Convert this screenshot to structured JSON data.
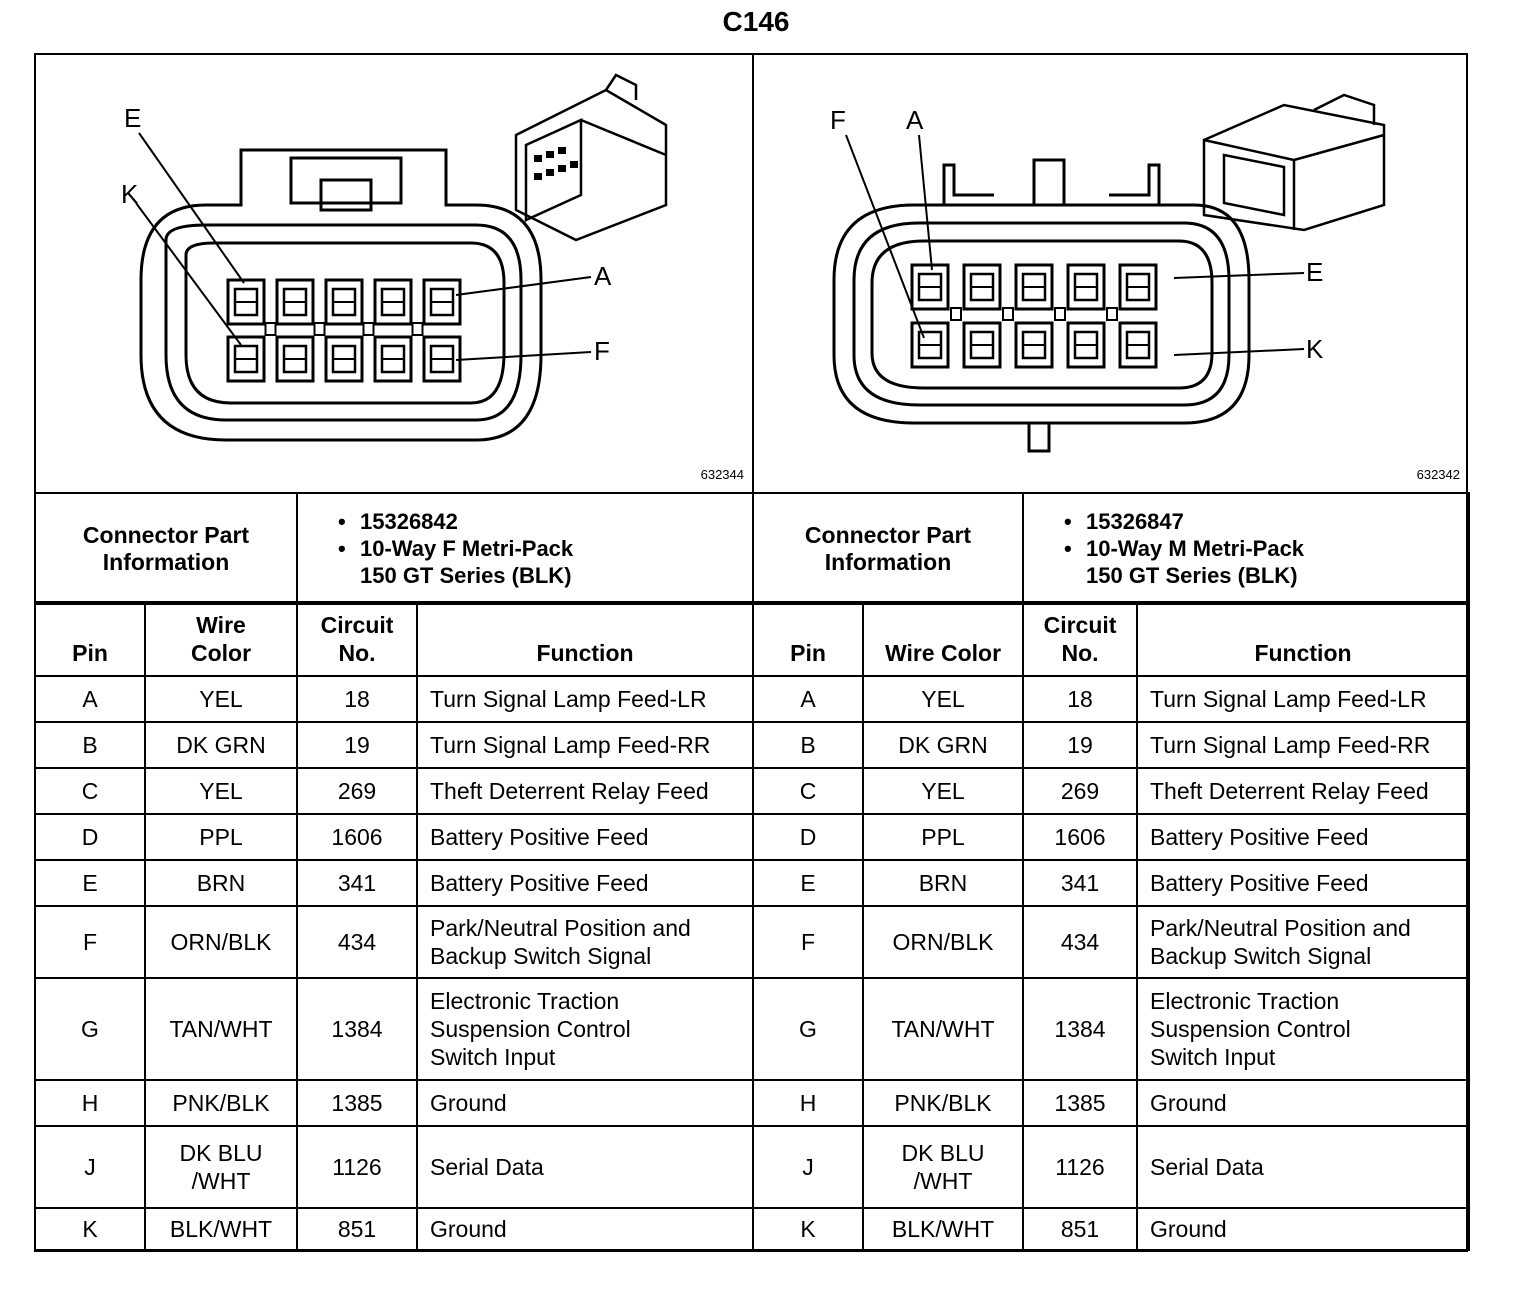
{
  "title": "C146",
  "left": {
    "figure_id": "632344",
    "pin_callouts": [
      "E",
      "K",
      "A",
      "F"
    ],
    "connector_info_label": "Connector Part Information",
    "part_number": "15326842",
    "description_line1": "10-Way F Metri-Pack",
    "description_line2": "150 GT Series (BLK)",
    "headers": {
      "pin": "Pin",
      "wire_color": "Wire Color",
      "circuit_no": "Circuit No.",
      "function": "Function"
    },
    "rows": [
      {
        "pin": "A",
        "wire": "YEL",
        "circuit": "18",
        "function": "Turn Signal Lamp Feed-LR"
      },
      {
        "pin": "B",
        "wire": "DK GRN",
        "circuit": "19",
        "function": "Turn Signal Lamp Feed-RR"
      },
      {
        "pin": "C",
        "wire": "YEL",
        "circuit": "269",
        "function": "Theft Deterrent Relay Feed"
      },
      {
        "pin": "D",
        "wire": "PPL",
        "circuit": "1606",
        "function": "Battery Positive Feed"
      },
      {
        "pin": "E",
        "wire": "BRN",
        "circuit": "341",
        "function": "Battery Positive Feed"
      },
      {
        "pin": "F",
        "wire": "ORN/BLK",
        "circuit": "434",
        "function": "Park/Neutral Position and Backup Switch Signal"
      },
      {
        "pin": "G",
        "wire": "TAN/WHT",
        "circuit": "1384",
        "function": "Electronic Traction Suspension Control Switch Input"
      },
      {
        "pin": "H",
        "wire": "PNK/BLK",
        "circuit": "1385",
        "function": "Ground"
      },
      {
        "pin": "J",
        "wire": "DK BLU /WHT",
        "circuit": "1126",
        "function": "Serial Data"
      },
      {
        "pin": "K",
        "wire": "BLK/WHT",
        "circuit": "851",
        "function": "Ground"
      }
    ]
  },
  "right": {
    "figure_id": "632342",
    "pin_callouts": [
      "F",
      "A",
      "E",
      "K"
    ],
    "connector_info_label": "Connector Part Information",
    "part_number": "15326847",
    "description_line1": "10-Way M Metri-Pack",
    "description_line2": "150 GT Series (BLK)",
    "headers": {
      "pin": "Pin",
      "wire_color": "Wire Color",
      "circuit_no": "Circuit No.",
      "function": "Function"
    },
    "rows": [
      {
        "pin": "A",
        "wire": "YEL",
        "circuit": "18",
        "function": "Turn Signal Lamp Feed-LR"
      },
      {
        "pin": "B",
        "wire": "DK GRN",
        "circuit": "19",
        "function": "Turn Signal Lamp Feed-RR"
      },
      {
        "pin": "C",
        "wire": "YEL",
        "circuit": "269",
        "function": "Theft Deterrent Relay Feed"
      },
      {
        "pin": "D",
        "wire": "PPL",
        "circuit": "1606",
        "function": "Battery Positive Feed"
      },
      {
        "pin": "E",
        "wire": "BRN",
        "circuit": "341",
        "function": "Battery Positive Feed"
      },
      {
        "pin": "F",
        "wire": "ORN/BLK",
        "circuit": "434",
        "function": "Park/Neutral Position and Backup Switch Signal"
      },
      {
        "pin": "G",
        "wire": "TAN/WHT",
        "circuit": "1384",
        "function": "Electronic Traction Suspension Control Switch Input"
      },
      {
        "pin": "H",
        "wire": "PNK/BLK",
        "circuit": "1385",
        "function": "Ground"
      },
      {
        "pin": "J",
        "wire": "DK BLU /WHT",
        "circuit": "1126",
        "function": "Serial Data"
      },
      {
        "pin": "K",
        "wire": "BLK/WHT",
        "circuit": "851",
        "function": "Ground"
      }
    ]
  }
}
